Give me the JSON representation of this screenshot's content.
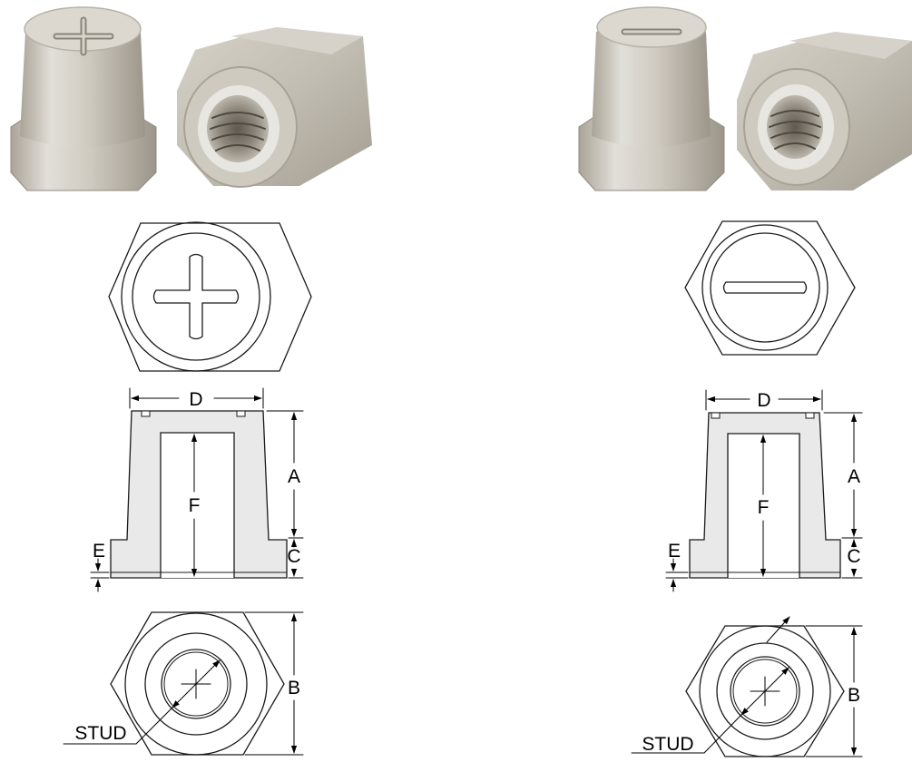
{
  "left_variant": {
    "recess": "cross-slot",
    "labels": {
      "dim_d": "D",
      "dim_a": "A",
      "dim_f": "F",
      "dim_c": "C",
      "dim_e": "E",
      "dim_b": "B",
      "stud": "STUD"
    }
  },
  "right_variant": {
    "recess": "straight-slot",
    "labels": {
      "dim_d": "D",
      "dim_a": "A",
      "dim_f": "F",
      "dim_c": "C",
      "dim_e": "E",
      "dim_b": "B",
      "stud": "STUD"
    }
  },
  "colors": {
    "line": "#1a1a1a",
    "section_fill": "#e9e9e9",
    "metal_light": "#e6e3dc",
    "metal_mid": "#c9c4ba",
    "metal_dark": "#9d978c",
    "thread_dark": "#6e685e"
  }
}
